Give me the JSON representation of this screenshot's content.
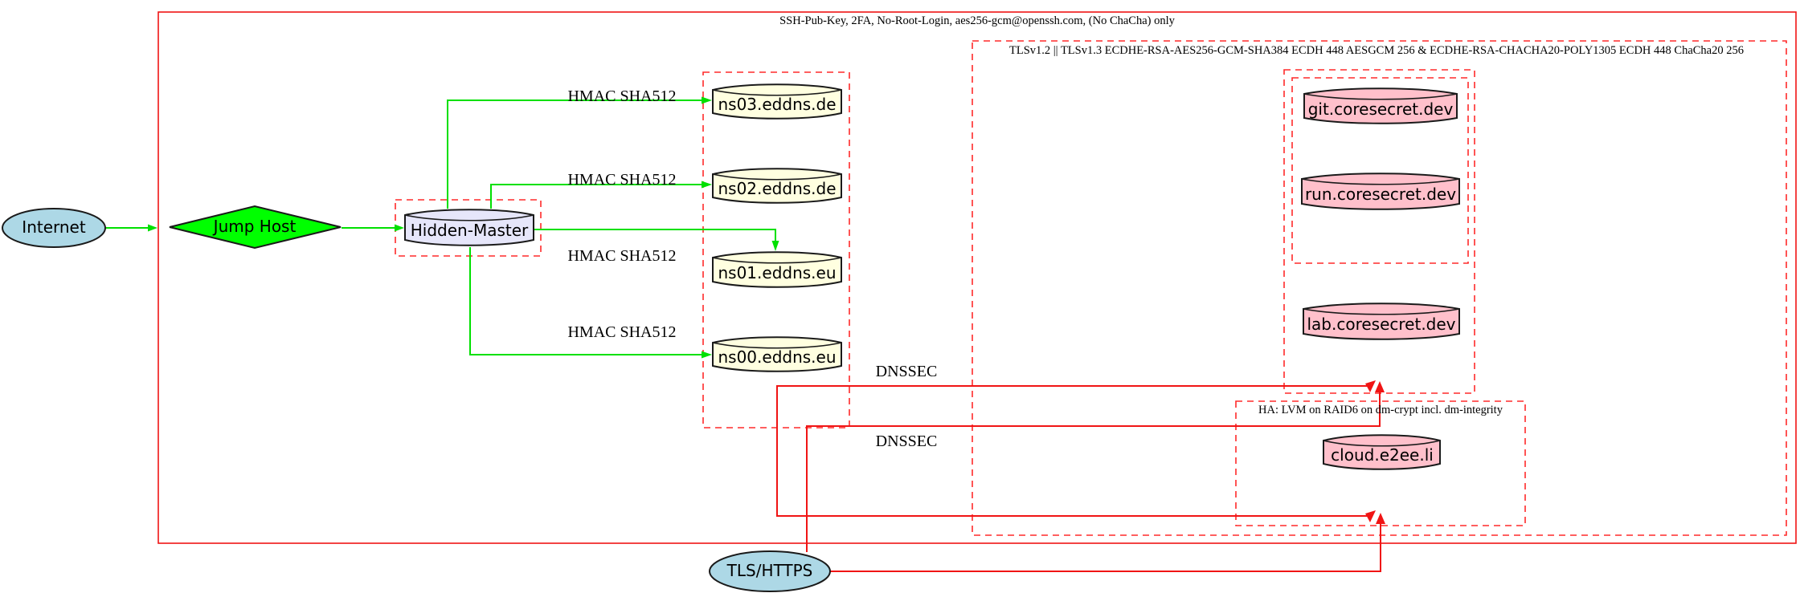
{
  "clusters": {
    "ssh": {
      "label": "SSH-Pub-Key, 2FA, No-Root-Login, aes256-gcm@openssh.com, (No ChaCha) only"
    },
    "tls": {
      "label": "TLSv1.2 || TLSv1.3 ECDHE-RSA-AES256-GCM-SHA384 ECDH 448 AESGCM 256 & ECDHE-RSA-CHACHA20-POLY1305 ECDH 448 ChaCha20 256"
    },
    "ha": {
      "label": "HA: LVM on RAID6 on dm-crypt incl. dm-integrity"
    }
  },
  "nodes": {
    "internet": {
      "label": "Internet",
      "fill": "#add8e6",
      "shape": "ellipse"
    },
    "jump_host": {
      "label": "Jump Host",
      "fill": "#00ff00",
      "shape": "diamond"
    },
    "hidden_master": {
      "label": "Hidden-Master",
      "fill": "#e6e6fa",
      "shape": "cylinder"
    },
    "ns03": {
      "label": "ns03.eddns.de",
      "fill": "#ffffe0",
      "shape": "cylinder"
    },
    "ns02": {
      "label": "ns02.eddns.de",
      "fill": "#ffffe0",
      "shape": "cylinder"
    },
    "ns01": {
      "label": "ns01.eddns.eu",
      "fill": "#ffffe0",
      "shape": "cylinder"
    },
    "ns00": {
      "label": "ns00.eddns.eu",
      "fill": "#ffffe0",
      "shape": "cylinder"
    },
    "git": {
      "label": "git.coresecret.dev",
      "fill": "#ffc0cb",
      "shape": "cylinder"
    },
    "run": {
      "label": "run.coresecret.dev",
      "fill": "#ffc0cb",
      "shape": "cylinder"
    },
    "lab": {
      "label": "lab.coresecret.dev",
      "fill": "#ffc0cb",
      "shape": "cylinder"
    },
    "cloud": {
      "label": "cloud.e2ee.li",
      "fill": "#ffc0cb",
      "shape": "cylinder"
    },
    "tls_https": {
      "label": "TLS/HTTPS",
      "fill": "#add8e6",
      "shape": "ellipse"
    }
  },
  "edge_labels": {
    "hmac_ns03": "HMAC SHA512",
    "hmac_ns02": "HMAC SHA512",
    "hmac_ns01": "HMAC SHA512",
    "hmac_ns00": "HMAC SHA512",
    "dnssec_coresecret": "DNSSEC",
    "dnssec_e2ee": "DNSSEC"
  },
  "colors": {
    "cluster_border_red": "#ff2a2a",
    "secure_edge_green": "#00e000",
    "tls_edge_red": "#f01414",
    "node_outline": "#1a1a1a",
    "node_lightblue": "#add8e6",
    "node_green": "#00ff00",
    "node_lavender": "#e6e6fa",
    "node_lightyellow": "#ffffe0",
    "node_pink": "#ffc0cb"
  }
}
